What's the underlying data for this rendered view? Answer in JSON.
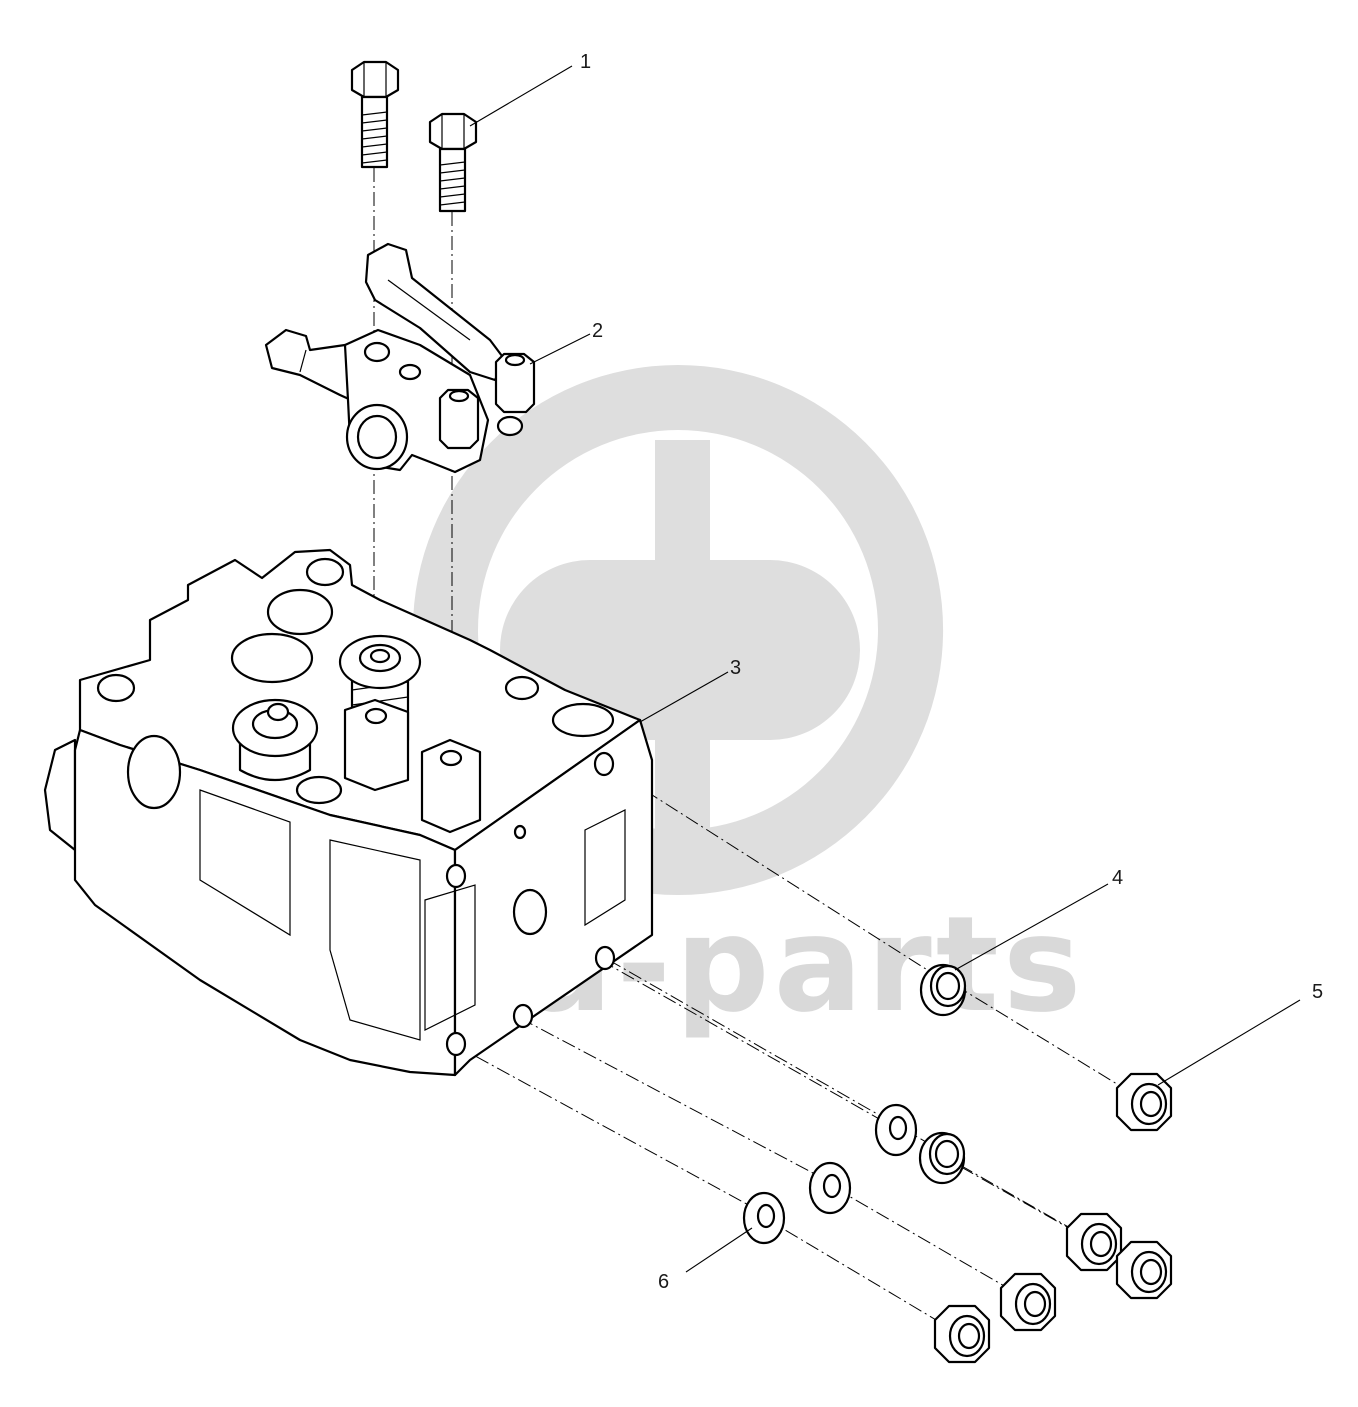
{
  "watermark": {
    "text": "data-parts",
    "color": "#d9d9d9"
  },
  "callouts": [
    {
      "id": "1",
      "label": "1"
    },
    {
      "id": "2",
      "label": "2"
    },
    {
      "id": "3",
      "label": "3"
    },
    {
      "id": "4",
      "label": "4"
    },
    {
      "id": "5",
      "label": "5"
    },
    {
      "id": "6",
      "label": "6"
    }
  ],
  "parts": [
    {
      "callout": "1",
      "name": "bolt"
    },
    {
      "callout": "2",
      "name": "rocker-arm-assembly"
    },
    {
      "callout": "3",
      "name": "cylinder-head"
    },
    {
      "callout": "4",
      "name": "spacer-sleeve"
    },
    {
      "callout": "5",
      "name": "hex-nut"
    },
    {
      "callout": "6",
      "name": "washer"
    }
  ]
}
